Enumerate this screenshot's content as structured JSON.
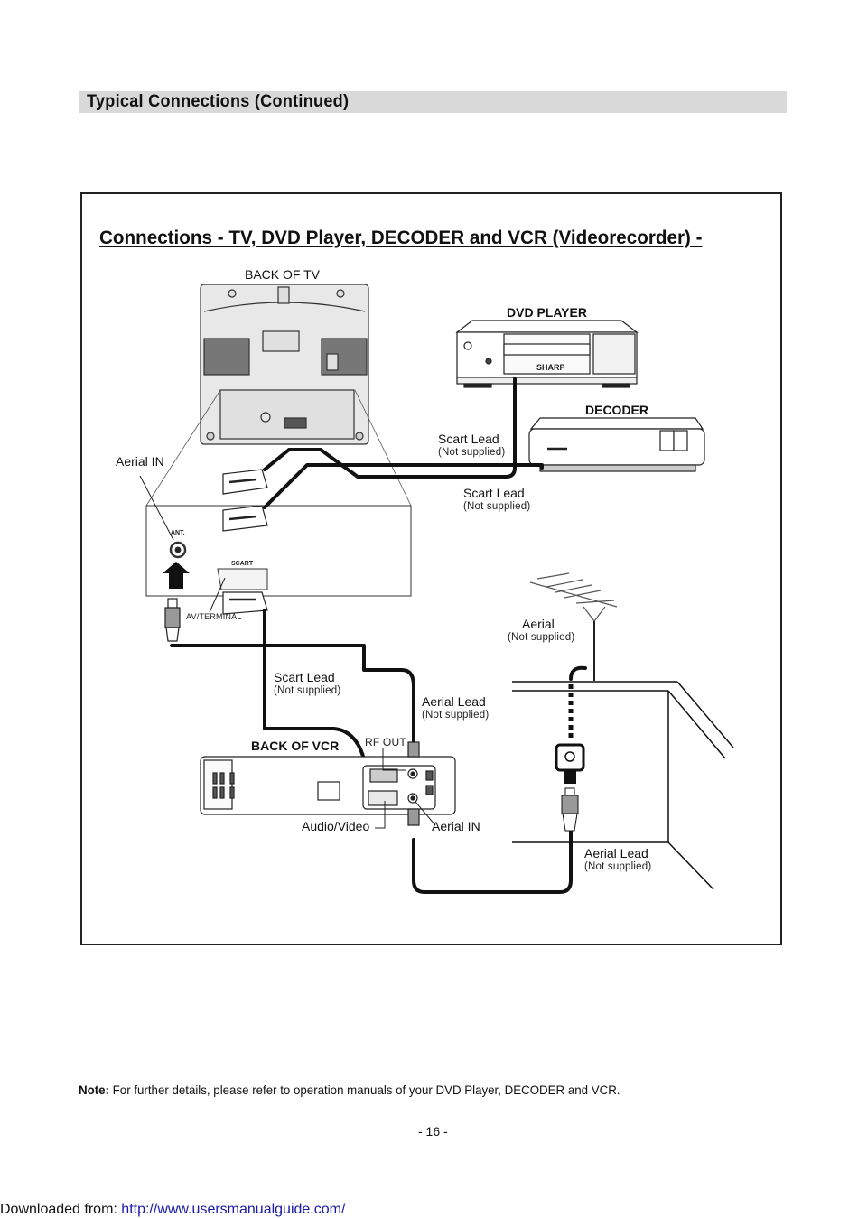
{
  "section": {
    "title": "Typical Connections (Continued)"
  },
  "diagram": {
    "title": "Connections - TV, DVD Player, DECODER and VCR (Videorecorder) -",
    "labels": {
      "back_of_tv": "BACK OF TV",
      "dvd_player": "DVD PLAYER",
      "dvd_brand": "SHARP",
      "decoder": "DECODER",
      "aerial_in_tv": "Aerial IN",
      "ant": "ANT.",
      "scart": "SCART",
      "av_terminal": "AV/TERMINAL",
      "scart_lead_1": "Scart Lead",
      "scart_lead_1_sub": "(Not supplied)",
      "scart_lead_2": "Scart Lead",
      "scart_lead_2_sub": "(Not supplied)",
      "scart_lead_3": "Scart Lead",
      "scart_lead_3_sub": "(Not supplied)",
      "aerial": "Aerial",
      "aerial_sub": "(Not supplied)",
      "aerial_lead_1": "Aerial Lead",
      "aerial_lead_1_sub": "(Not supplied)",
      "aerial_lead_2": "Aerial Lead",
      "aerial_lead_2_sub": "(Not supplied)",
      "back_of_vcr": "BACK OF VCR",
      "rf_out": "RF OUT",
      "audio_video": "Audio/Video",
      "aerial_in_vcr": "Aerial IN"
    }
  },
  "note": {
    "prefix": "Note:",
    "text": " For further details, please refer to operation manuals of your DVD Player, DECODER and VCR."
  },
  "page_number": "- 16 -",
  "footer": {
    "label": "Downloaded from: ",
    "link": "http://www.usersmanualguide.com/"
  }
}
